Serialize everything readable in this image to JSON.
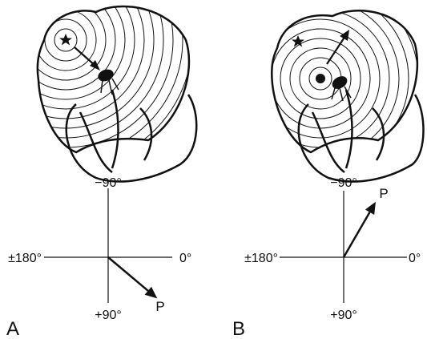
{
  "panels": [
    {
      "letter": "A",
      "axes": {
        "top": "−90°",
        "left": "±180°",
        "right": "0°",
        "bottom": "+90°"
      },
      "vector_label": "P",
      "vector_angle_deg": 40
    },
    {
      "letter": "B",
      "axes": {
        "top": "−90°",
        "left": "±180°",
        "right": "0°",
        "bottom": "+90°"
      },
      "vector_label": "P",
      "vector_angle_deg": -60
    }
  ]
}
